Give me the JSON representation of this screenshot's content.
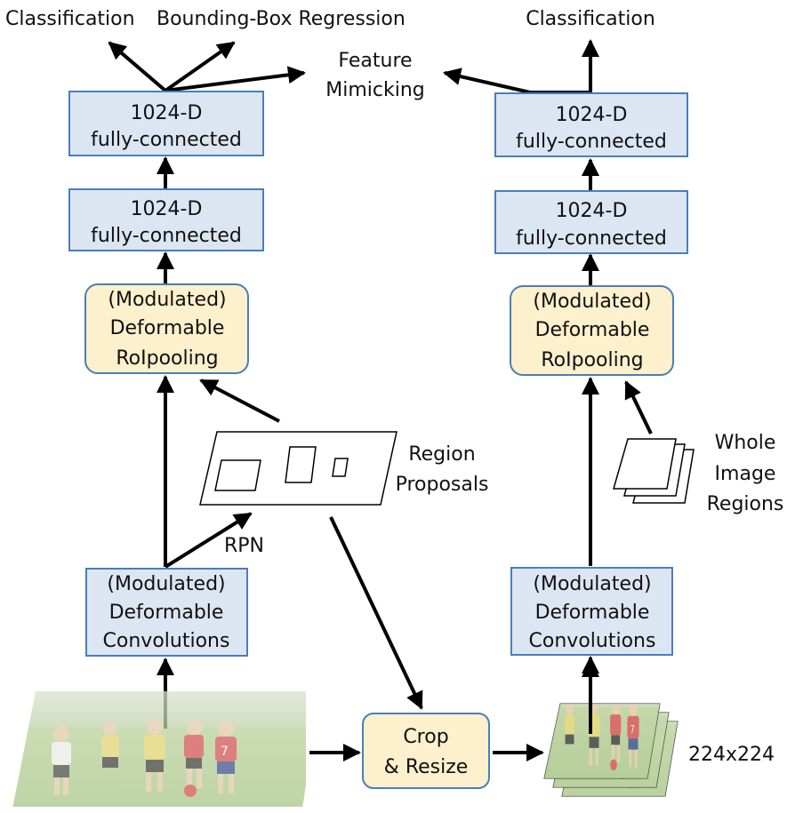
{
  "colors": {
    "blue_box_fill": "#dce6f2",
    "blue_box_stroke": "#4a7ebb",
    "yellow_box_fill": "#fdf0cc",
    "yellow_box_stroke": "#4a7ebb",
    "arrow": "#000000"
  },
  "left_branch": {
    "outputs": {
      "classification": "Classification",
      "bbox_regression": "Bounding-Box Regression",
      "feature_mimicking_line1": "Feature",
      "feature_mimicking_line2": "Mimicking"
    },
    "fc_top": {
      "line1": "1024-D",
      "line2": "fully-connected"
    },
    "fc_mid": {
      "line1": "1024-D",
      "line2": "fully-connected"
    },
    "roipool": {
      "line1": "(Modulated)",
      "line2": "Deformable",
      "line3": "RoIpooling"
    },
    "conv": {
      "line1": "(Modulated)",
      "line2": "Deformable",
      "line3": "Convolutions"
    },
    "rpn_label": "RPN",
    "region_proposals_line1": "Region",
    "region_proposals_line2": "Proposals"
  },
  "right_branch": {
    "outputs": {
      "classification": "Classification"
    },
    "fc_top": {
      "line1": "1024-D",
      "line2": "fully-connected"
    },
    "fc_mid": {
      "line1": "1024-D",
      "line2": "fully-connected"
    },
    "roipool": {
      "line1": "(Modulated)",
      "line2": "Deformable",
      "line3": "RoIpooling"
    },
    "conv": {
      "line1": "(Modulated)",
      "line2": "Deformable",
      "line3": "Convolutions"
    },
    "whole_image_line1": "Whole",
    "whole_image_line2": "Image",
    "whole_image_line3": "Regions",
    "size_label": "224x224"
  },
  "crop": {
    "line1": "Crop",
    "line2": "& Resize"
  },
  "images": {
    "input_photo": "soccer-players-photo",
    "crop_stack": "cropped-photo-stack"
  }
}
